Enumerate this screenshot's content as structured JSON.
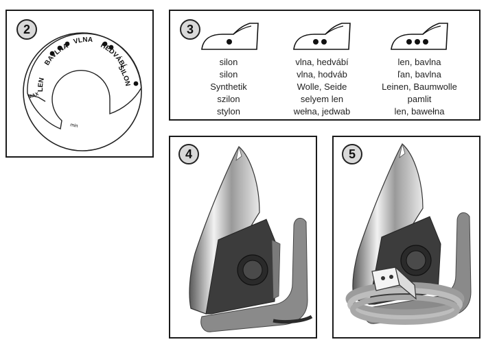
{
  "panel2": {
    "number": "2",
    "dial": {
      "label_len": "LEN",
      "label_bavlna": "BAVLNA",
      "label_vlna": "VLNA",
      "label_hedvabi": "HEDVÁBÍ",
      "label_silon": "SILON",
      "label_max": "MAX",
      "label_min": "min"
    }
  },
  "panel3": {
    "number": "3",
    "settings": [
      {
        "icon": "iron-one-dot-icon",
        "dots": 1,
        "lines": [
          "silon",
          "silon",
          "Synthetik",
          "szilon",
          "stylon"
        ]
      },
      {
        "icon": "iron-two-dots-icon",
        "dots": 2,
        "lines": [
          "vlna, hedvábí",
          "vlna, hodváb",
          "Wolle, Seide",
          "selyem len",
          "wełna, jedwab"
        ]
      },
      {
        "icon": "iron-three-dots-icon",
        "dots": 3,
        "lines": [
          "len, bavlna",
          "ľan, bavlna",
          "Leinen, Baumwolle",
          "pamlit",
          "len, bawełna"
        ]
      }
    ]
  },
  "panel4": {
    "number": "4"
  },
  "panel5": {
    "number": "5"
  },
  "colors": {
    "border": "#1a1a1a",
    "badge": "#d9d9d9",
    "handle": "#8a8a8a",
    "body": "#3c3c3c"
  }
}
